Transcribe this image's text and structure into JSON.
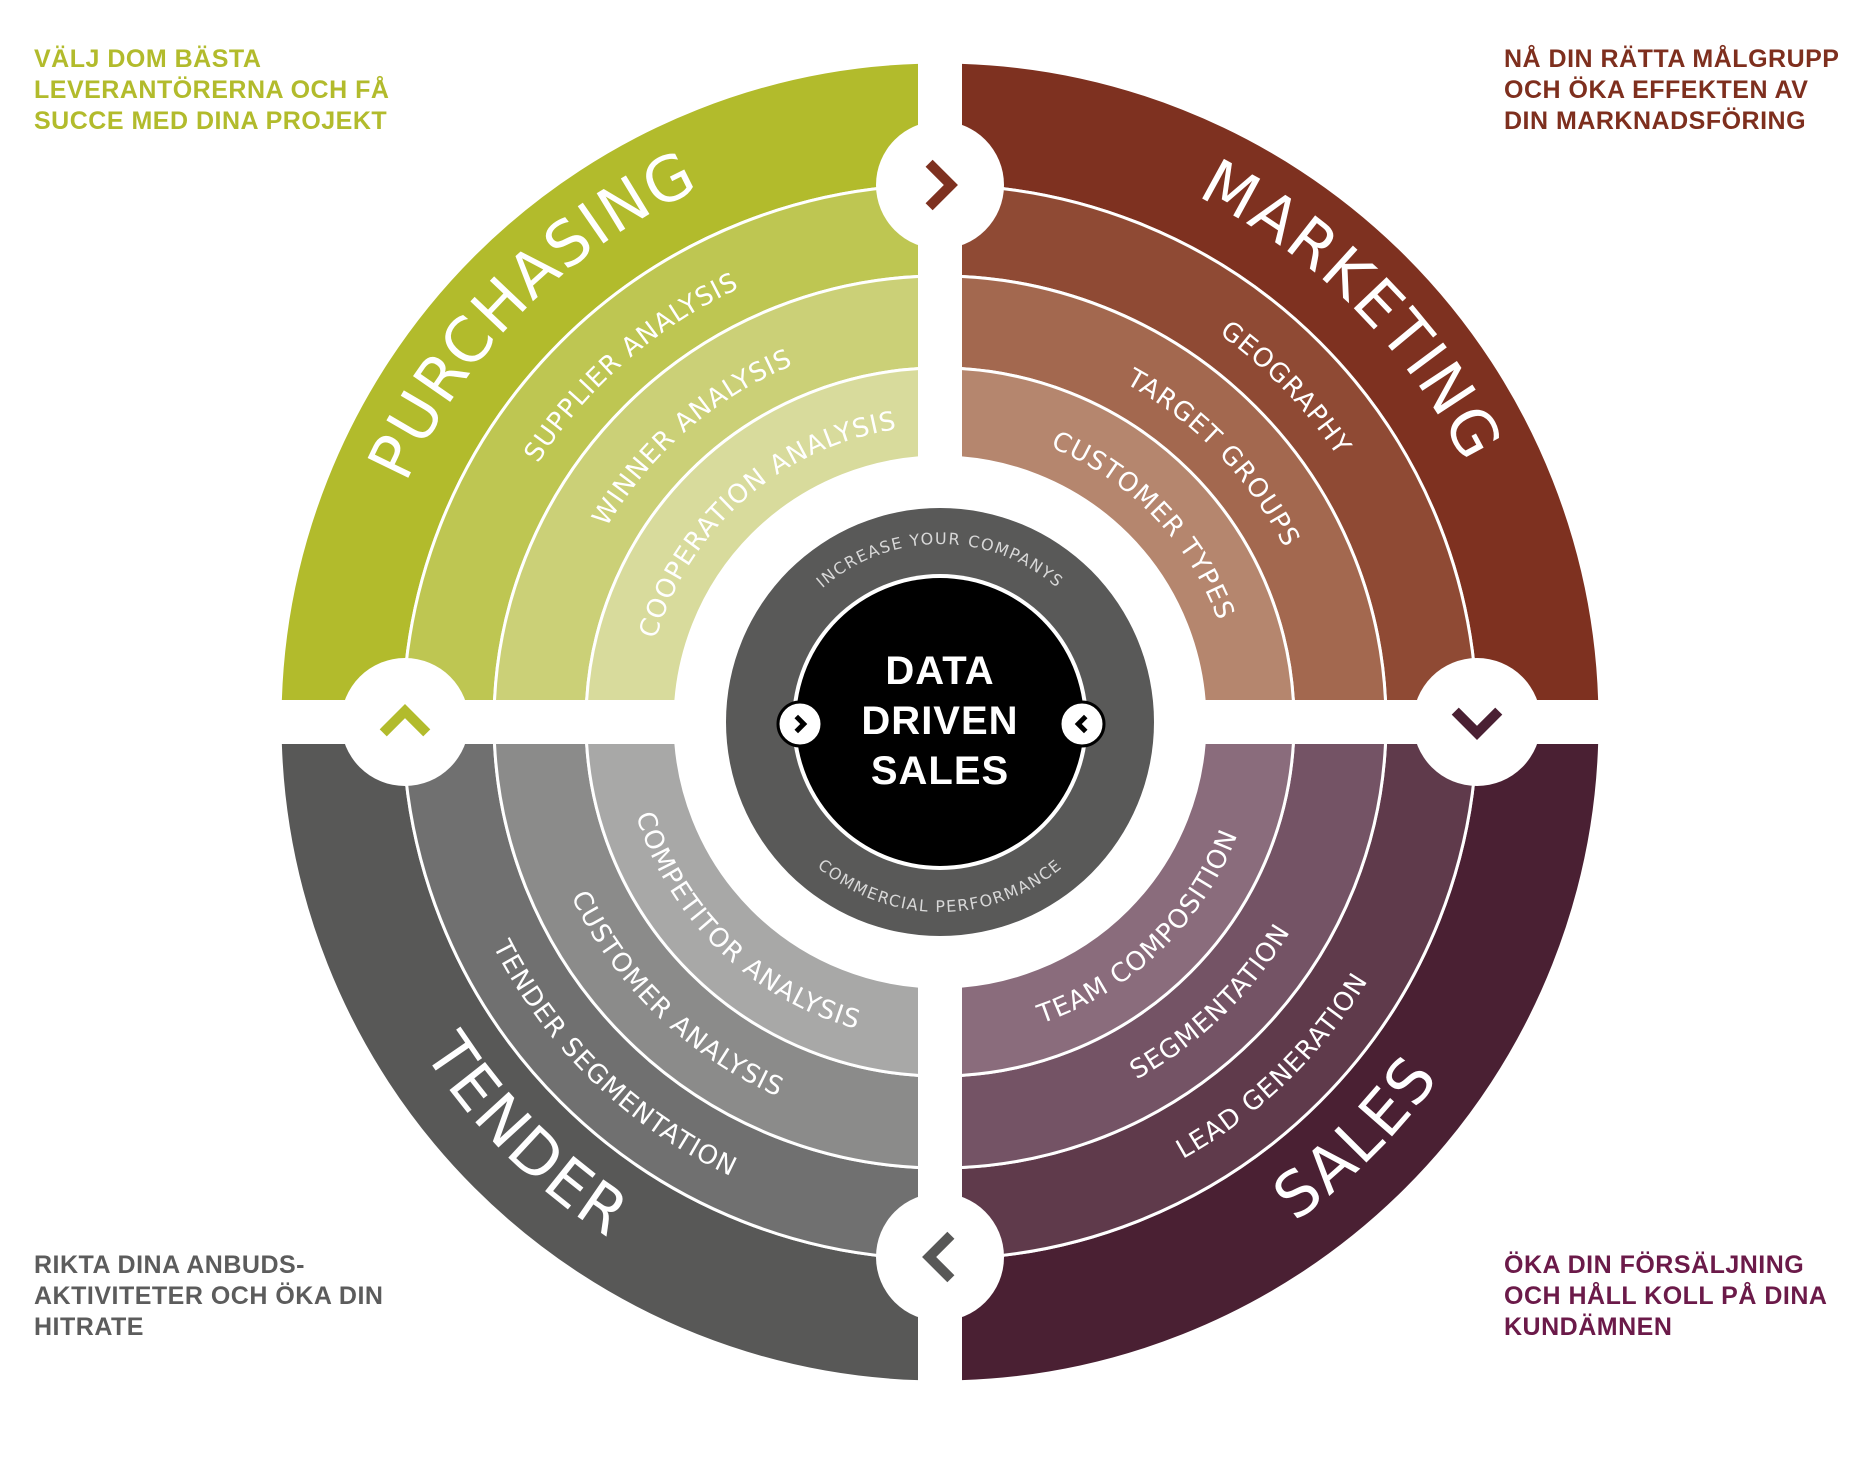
{
  "colors": {
    "purchasing": [
      "#b2bb2c",
      "#bec652",
      "#cbd077",
      "#d8db9c"
    ],
    "marketing": [
      "#7e3120",
      "#8f4a34",
      "#a3684f",
      "#b5866e"
    ],
    "tender": [
      "#585857",
      "#707070",
      "#8b8b8a",
      "#a8a8a7"
    ],
    "sales": [
      "#4a2033",
      "#5f3a4b",
      "#745365",
      "#8a6c7c"
    ],
    "hub_ring": "#595958",
    "hub_center": "#000000",
    "note_purchasing": "#b2bb2c",
    "note_marketing": "#7e2f1e",
    "note_tender": "#5c5c5c",
    "note_sales": "#6b1a49"
  },
  "corner_notes": {
    "top_left": [
      "VÄLJ DOM BÄSTA",
      "LEVERANTÖRERNA OCH FÅ",
      "SUCCE MED DINA PROJEKT"
    ],
    "top_right": [
      "NÅ DIN RÄTTA MÅLGRUPP",
      "OCH ÖKA EFFEKTEN AV",
      "DIN MARKNADSFÖRING"
    ],
    "bottom_left": [
      "RIKTA DINA ANBUDS-",
      "AKTIVITETER OCH ÖKA DIN",
      "HITRATE"
    ],
    "bottom_right": [
      "ÖKA DIN FÖRSÄLJNING",
      "OCH HÅLL KOLL PÅ DINA",
      "KUNDÄMNEN"
    ]
  },
  "quadrants": {
    "purchasing": {
      "title": "PURCHASING",
      "items": [
        "SUPPLIER ANALYSIS",
        "WINNER ANALYSIS",
        "COOPERATION ANALYSIS"
      ]
    },
    "marketing": {
      "title": "MARKETING",
      "items": [
        "GEOGRAPHY",
        "TARGET GROUPS",
        "CUSTOMER TYPES"
      ]
    },
    "tender": {
      "title": "TENDER",
      "items": [
        "TENDER SEGMENTATION",
        "CUSTOMER ANALYSIS",
        "COMPETITOR ANALYSIS"
      ]
    },
    "sales": {
      "title": "SALES",
      "items": [
        "LEAD GENERATION",
        "SEGMENTATION",
        "TEAM COMPOSITION"
      ]
    }
  },
  "hub": {
    "title_lines": [
      "DATA",
      "DRIVEN",
      "SALES"
    ],
    "ring_top": "INCREASE YOUR COMPANYS",
    "ring_bottom": "COMMERCIAL PERFORMANCE"
  },
  "connectors": {
    "top": "chevron-right-icon",
    "right": "chevron-down-icon",
    "bottom": "chevron-left-icon",
    "left": "chevron-up-icon",
    "hub_left": "chevron-right-icon",
    "hub_right": "chevron-left-icon"
  }
}
